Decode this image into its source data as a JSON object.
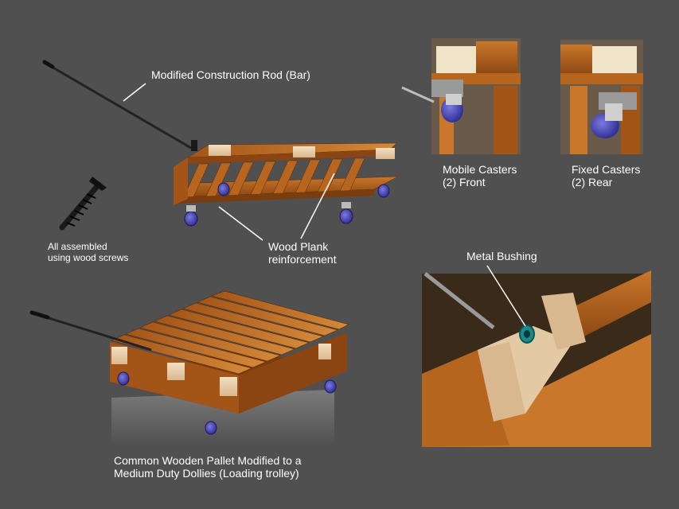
{
  "labels": {
    "rod": "Modified Construction Rod (Bar)",
    "screws_line1": "All assembled",
    "screws_line2": "using wood screws",
    "plank_line1": "Wood  Plank",
    "plank_line2": "reinforcement",
    "mobile_line1": "Mobile Casters",
    "mobile_line2": "(2) Front",
    "fixed_line1": "Fixed Casters",
    "fixed_line2": "(2) Rear",
    "bushing": "Metal Bushing",
    "caption_line1": "Common Wooden Pallet Modified to a",
    "caption_line2": "Medium Duty Dollies  (Loading trolley)"
  },
  "colors": {
    "background": "#505050",
    "wood": "#b5651d",
    "wood_dark": "#7a3d10",
    "wood_light": "#e8c9a0",
    "caster": "#3b3ba8",
    "rod": "#2a2a2a",
    "bushing": "#1a8a8a"
  }
}
